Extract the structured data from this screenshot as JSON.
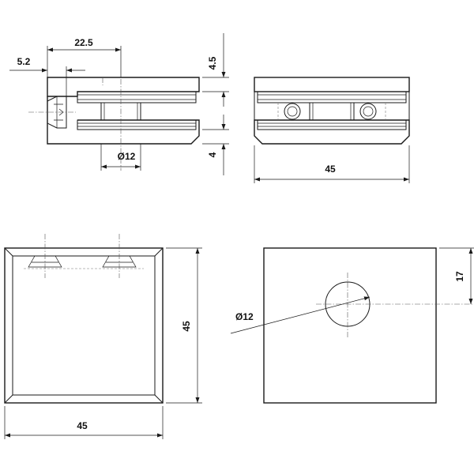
{
  "colors": {
    "line": "#1a1a1a",
    "background": "#ffffff"
  },
  "dimensions": {
    "side_offset": "22.5",
    "side_edge": "5.2",
    "side_top_thickness": "4.5",
    "side_bottom_thickness": "4",
    "side_hole_diameter": "Ø12",
    "front_width": "45",
    "top_width": "45",
    "top_height": "45",
    "plate_hole_diameter": "Ø12",
    "plate_hole_offset": "17"
  }
}
